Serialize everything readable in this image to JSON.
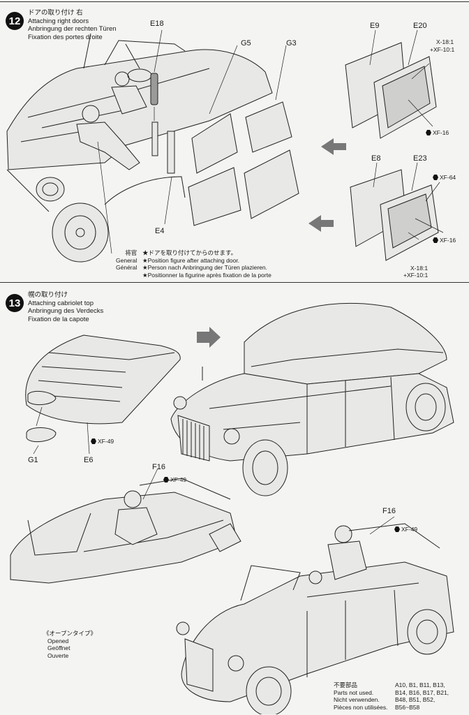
{
  "step12": {
    "number": "12",
    "title_jp": "ドアの取り付け 右",
    "title_en": "Attaching right doors",
    "title_de": "Anbringung der rechten Türen",
    "title_fr": "Fixation des portes droite",
    "labels": {
      "e18": "E18",
      "g5": "G5",
      "g3": "G3",
      "e4": "E4",
      "e9": "E9",
      "e20": "E20",
      "e8": "E8",
      "e23": "E23"
    },
    "paints": {
      "x18_top": "X-18:1",
      "xf10_top": "+XF-10:1",
      "xf16_a": "XF-16",
      "xf64": "XF-64",
      "xf16_b": "XF-16",
      "x18_bot": "X-18:1",
      "xf10_bot": "+XF-10:1"
    },
    "figure_jp": "将官",
    "figure_en": "General",
    "figure_fr": "Général",
    "note_jp": "★ドアを取り付けてからのせます。",
    "note_en": "★Position figure after attaching door.",
    "note_de": "★Person nach Anbringung der Türen plazieren.",
    "note_fr": "★Positionner la figurine après fixation de la porte"
  },
  "step13": {
    "number": "13",
    "title_jp": "幌の取り付け",
    "title_en": "Attaching cabriolet top",
    "title_de": "Anbringung des Verdecks",
    "title_fr": "Fixation de la capote",
    "labels": {
      "g1": "G1",
      "e6": "E6",
      "f16_a": "F16",
      "f16_b": "F16"
    },
    "paints": {
      "xf49_a": "XF-49",
      "xf49_b": "XF-49",
      "xf49_c": "XF-49"
    },
    "opened_jp": "《オープンタイプ》",
    "opened_en": "Opened",
    "opened_de": "Geöffnet",
    "opened_fr": "Ouverte",
    "unused_jp": "不要部品",
    "unused_en": "Parts not used.",
    "unused_de": "Nicht verwenden.",
    "unused_fr": "Pièces non utilisées.",
    "unused_list_1": "A10, B1, B11, B13,",
    "unused_list_2": "B14, B16, B17, B21,",
    "unused_list_3": "B48, B51, B52,",
    "unused_list_4": "B56~B58"
  }
}
